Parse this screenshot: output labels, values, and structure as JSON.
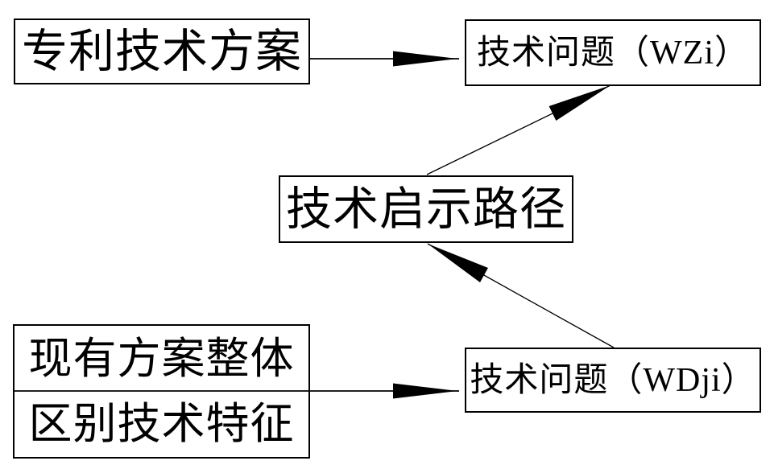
{
  "diagram": {
    "colors": {
      "background": "#ffffff",
      "line": "#000000",
      "text": "#000000"
    },
    "nodes": {
      "patent_solution": {
        "label": "专利技术方案"
      },
      "problem_wzi": {
        "label": "技术问题（WZi）"
      },
      "suggestion_path": {
        "label": "技术启示路径"
      },
      "existing_overall": {
        "line1": "现有方案整体",
        "line2": "区别技术特征"
      },
      "problem_wdji": {
        "label": "技术问题（WDji）"
      }
    },
    "edges": [
      {
        "from": "专利技术方案",
        "to": "技术问题（WZi）",
        "type": "arrow"
      },
      {
        "from": "技术启示路径",
        "to": "技术问题（WZi）",
        "type": "arrow"
      },
      {
        "from": "技术问题（WDji）",
        "to": "技术启示路径",
        "type": "arrow"
      },
      {
        "from": "现有方案整体/区别技术特征",
        "to": "技术问题（WDji）",
        "type": "arrow"
      }
    ]
  }
}
